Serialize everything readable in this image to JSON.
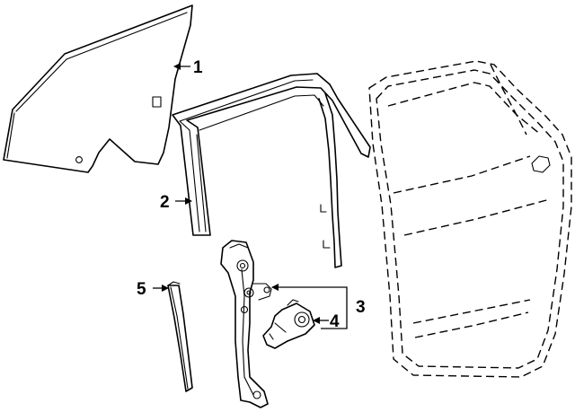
{
  "callouts": {
    "glass": "1",
    "channel": "2",
    "regulator": "3",
    "motor": "4",
    "run_channel": "5"
  }
}
